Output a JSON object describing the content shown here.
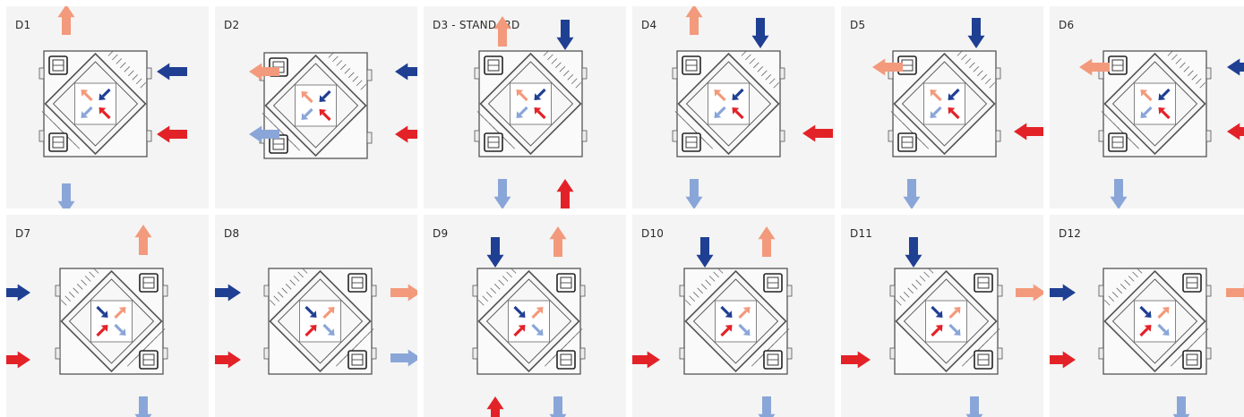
{
  "colors": {
    "supply_dark_blue": "#1f3f93",
    "exhaust_light_blue": "#8aa6d8",
    "fresh_red": "#e32228",
    "extract_salmon": "#f39a7c",
    "panel_background": "#f4f4f4",
    "unit_outline": "#555555"
  },
  "configurations": [
    {
      "label": "D1"
    },
    {
      "label": "D2"
    },
    {
      "label": "D3 - STANDARD"
    },
    {
      "label": "D4"
    },
    {
      "label": "D5"
    },
    {
      "label": "D6"
    },
    {
      "label": "D7"
    },
    {
      "label": "D8"
    },
    {
      "label": "D9"
    },
    {
      "label": "D10"
    },
    {
      "label": "D11"
    },
    {
      "label": "D12"
    }
  ]
}
